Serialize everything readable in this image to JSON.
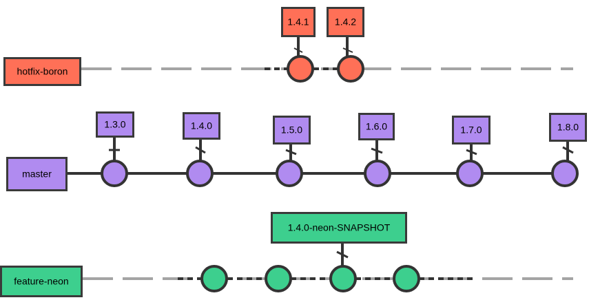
{
  "colors": {
    "hotfix": "#ff7057",
    "master": "#b08bf0",
    "feature": "#3dcf8e",
    "outline": "#3a3a3a",
    "line": "#333333"
  },
  "branches": [
    {
      "id": "hotfix",
      "label": "hotfix-boron",
      "style": "dashed",
      "commits": [
        {
          "tag": "1.4.1"
        },
        {
          "tag": "1.4.2"
        }
      ]
    },
    {
      "id": "master",
      "label": "master",
      "style": "solid",
      "commits": [
        {
          "tag": "1.3.0"
        },
        {
          "tag": "1.4.0"
        },
        {
          "tag": "1.5.0"
        },
        {
          "tag": "1.6.0"
        },
        {
          "tag": "1.7.0"
        },
        {
          "tag": "1.8.0"
        }
      ]
    },
    {
      "id": "feature",
      "label": "feature-neon",
      "style": "dashed",
      "commits": [
        {
          "tag": ""
        },
        {
          "tag": ""
        },
        {
          "tag": "1.4.0-neon-SNAPSHOT"
        },
        {
          "tag": ""
        }
      ]
    }
  ]
}
